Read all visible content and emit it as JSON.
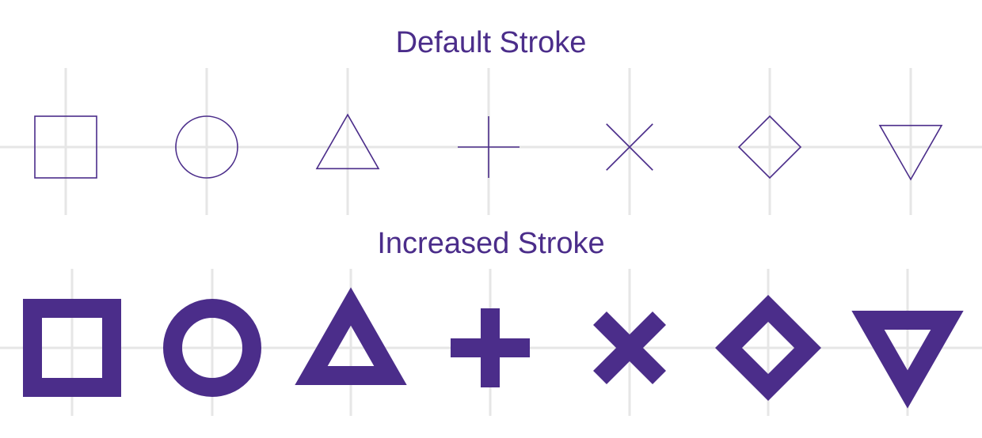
{
  "colors": {
    "accent": "#4b2d8a",
    "grid": "#e6e6e6",
    "background": "#ffffff"
  },
  "sections": [
    {
      "title": "Default Stroke",
      "stroke": "default",
      "shapes": [
        {
          "name": "square-icon",
          "shape": "square"
        },
        {
          "name": "circle-icon",
          "shape": "circle"
        },
        {
          "name": "triangle-icon",
          "shape": "triangle"
        },
        {
          "name": "plus-icon",
          "shape": "plus"
        },
        {
          "name": "x-icon",
          "shape": "cross"
        },
        {
          "name": "diamond-icon",
          "shape": "diamond"
        },
        {
          "name": "triangle-down-icon",
          "shape": "triangle-down"
        }
      ]
    },
    {
      "title": "Increased Stroke",
      "stroke": "increased",
      "shapes": [
        {
          "name": "square-icon",
          "shape": "square"
        },
        {
          "name": "circle-icon",
          "shape": "circle"
        },
        {
          "name": "triangle-icon",
          "shape": "triangle"
        },
        {
          "name": "plus-icon",
          "shape": "plus"
        },
        {
          "name": "x-icon",
          "shape": "cross"
        },
        {
          "name": "diamond-icon",
          "shape": "diamond"
        },
        {
          "name": "triangle-down-icon",
          "shape": "triangle-down"
        }
      ]
    }
  ]
}
